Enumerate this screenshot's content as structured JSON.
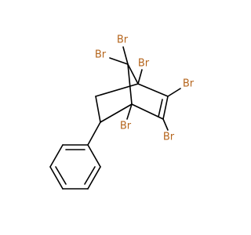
{
  "colors": {
    "background": "#ffffff",
    "bond": "#000000",
    "bromine": "#b5651d"
  },
  "labels": {
    "br_c7_top": "Br",
    "br_c7_left": "Br",
    "br_c1": "Br",
    "br_c2": "Br",
    "br_c3": "Br",
    "br_c4": "Br"
  }
}
